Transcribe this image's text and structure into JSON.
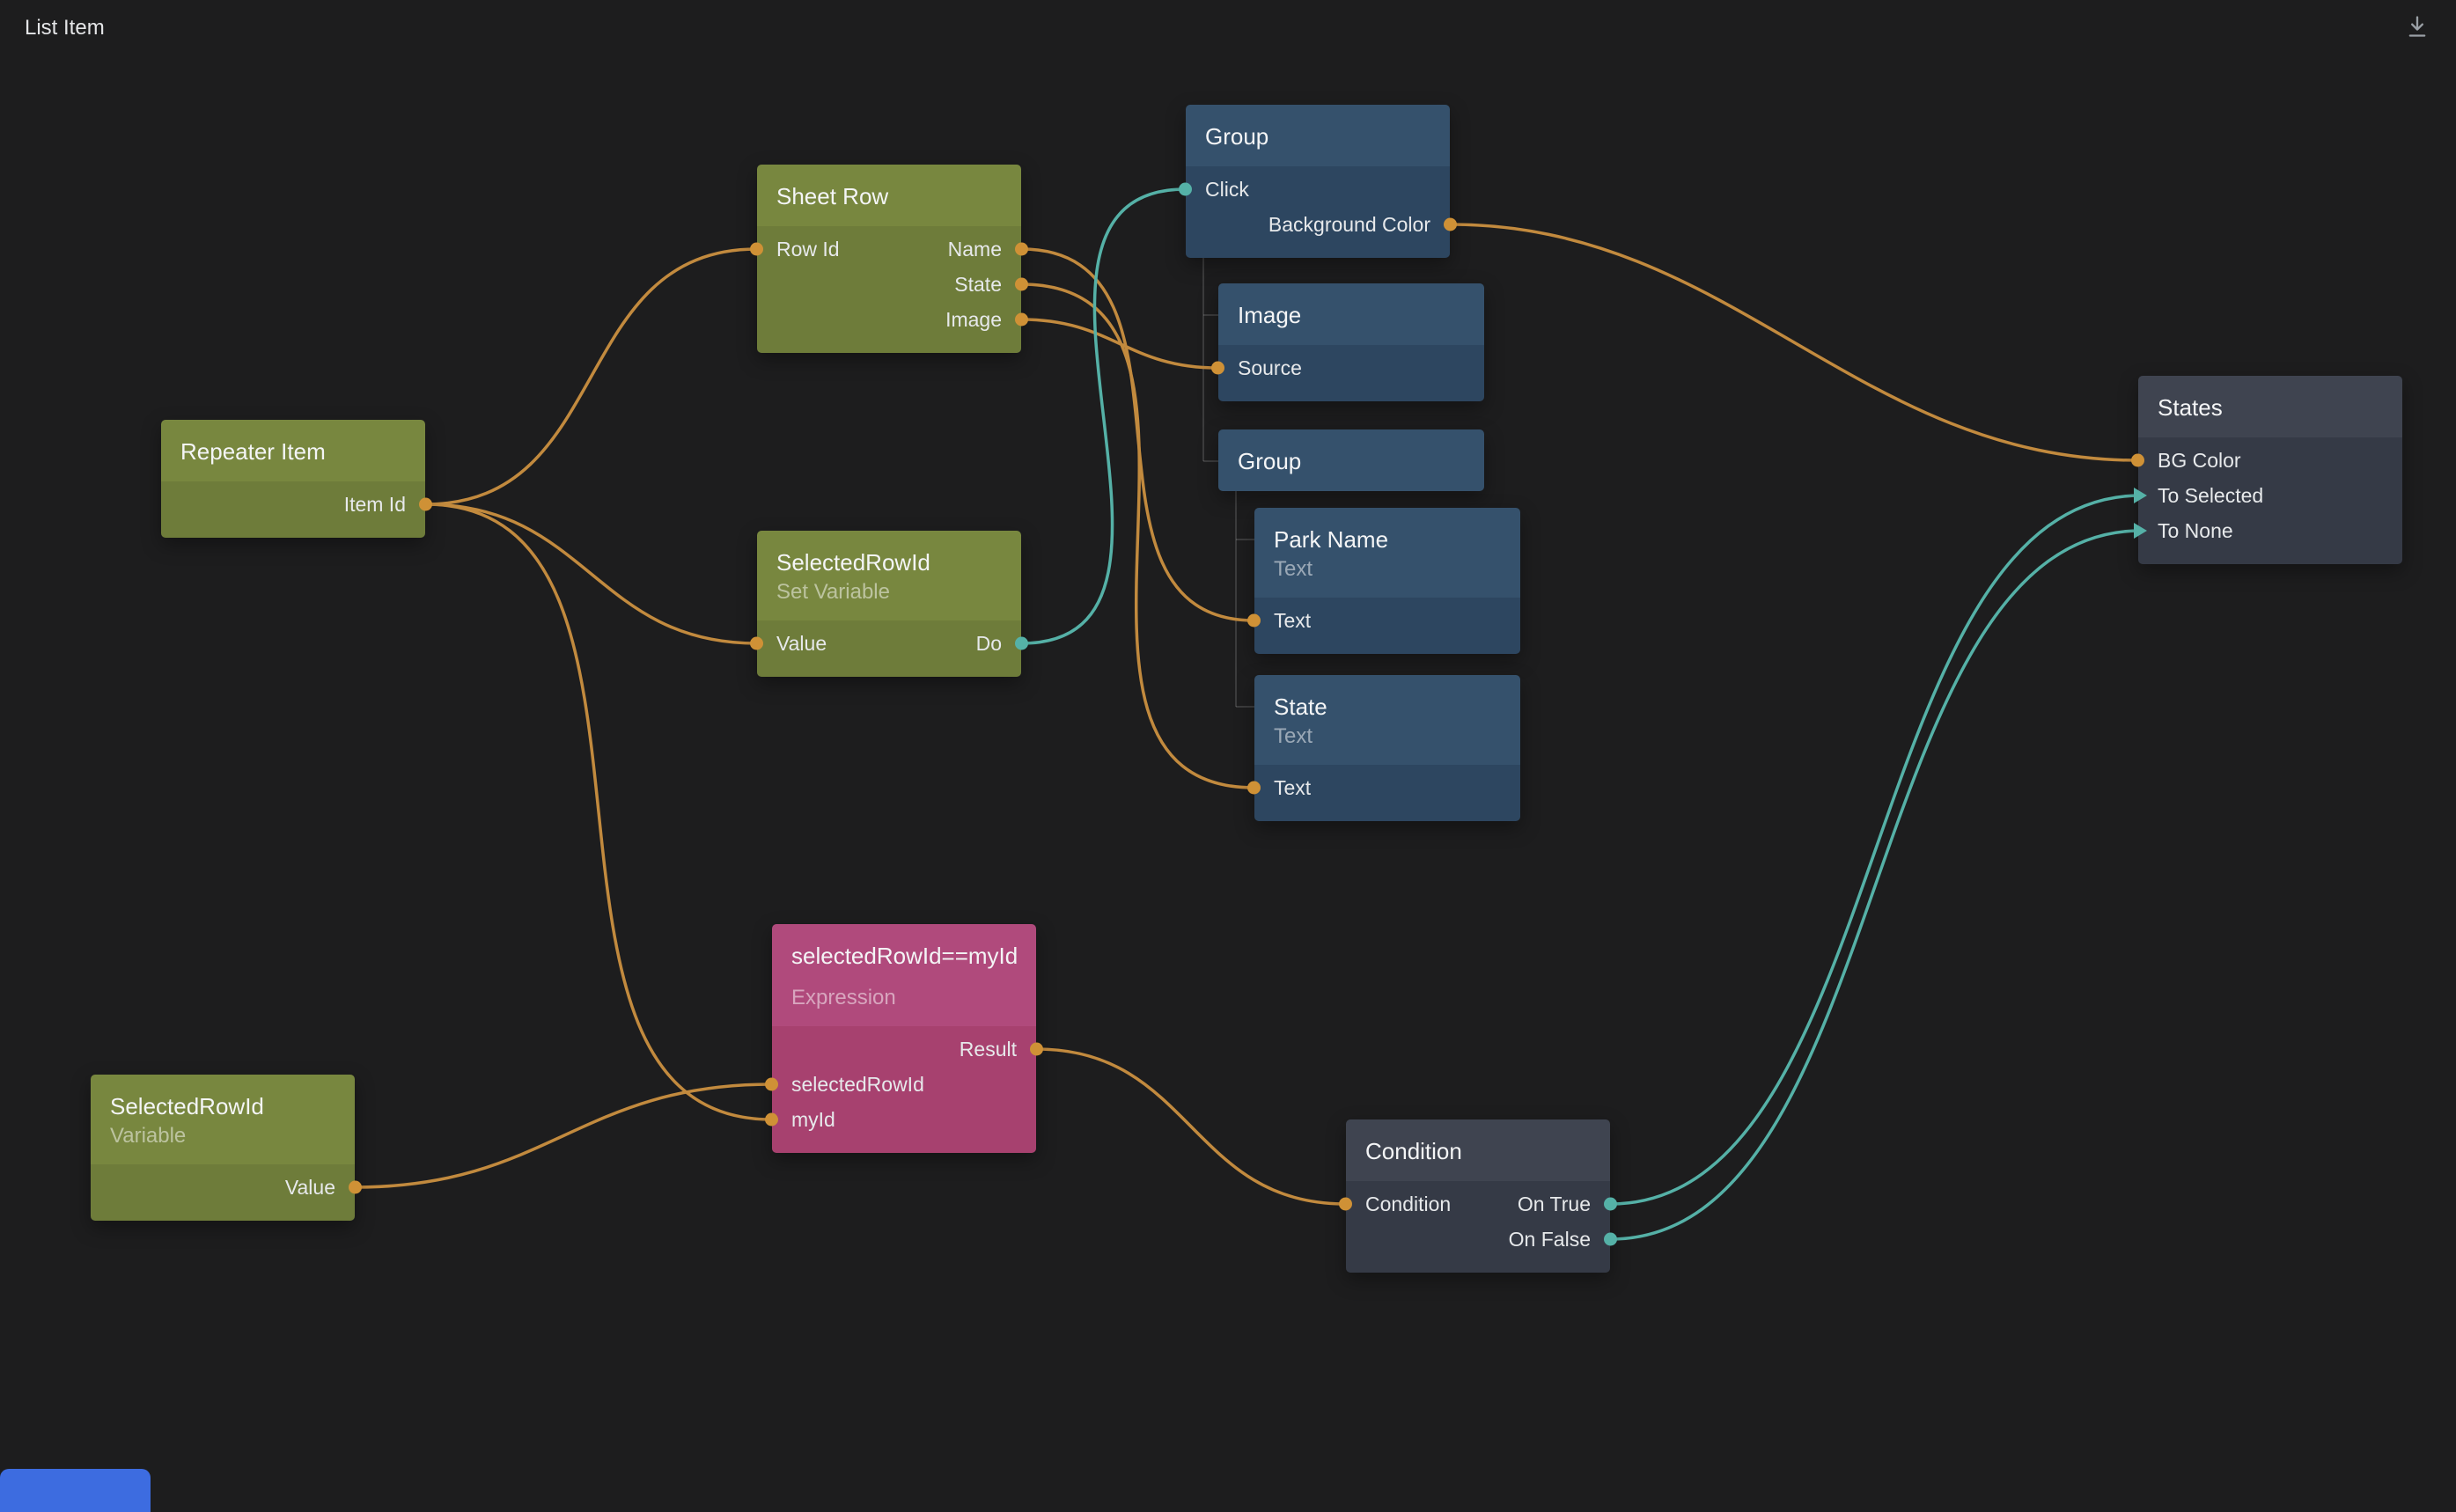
{
  "header": {
    "title": "List Item",
    "export_icon": "download-icon"
  },
  "colors": {
    "background": "#1d1d1e",
    "wire_data": "#c28a3e",
    "wire_signal": "#55b1a7",
    "port_data": "#cf9136",
    "port_signal": "#55b1a7",
    "hierarchy_line": "rgba(255,255,255,0.14)",
    "accent_blue": "#3d6ce0",
    "node_green": "#78873f",
    "node_blue": "#35516c",
    "node_pink": "#b04a7c",
    "node_dark": "#3f4450"
  },
  "nodes": {
    "sheetRow": {
      "title": "Sheet Row",
      "rows": {
        "rowId": "Row Id",
        "name": "Name",
        "state": "State",
        "image": "Image"
      }
    },
    "repeaterItem": {
      "title": "Repeater Item",
      "rows": {
        "itemId": "Item Id"
      }
    },
    "setVariable": {
      "title": "SelectedRowId",
      "subtitle": "Set Variable",
      "rows": {
        "value": "Value",
        "do": "Do"
      }
    },
    "groupMain": {
      "title": "Group",
      "rows": {
        "click": "Click",
        "backgroundColor": "Background Color"
      }
    },
    "image": {
      "title": "Image",
      "rows": {
        "source": "Source"
      }
    },
    "groupChild": {
      "title": "Group"
    },
    "parkName": {
      "title": "Park Name",
      "subtitle": "Text",
      "rows": {
        "text": "Text"
      }
    },
    "stateText": {
      "title": "State",
      "subtitle": "Text",
      "rows": {
        "text": "Text"
      }
    },
    "expression": {
      "title": "selectedRowId==myId",
      "subtitle": "Expression",
      "rows": {
        "result": "Result",
        "selectedRowId": "selectedRowId",
        "myId": "myId"
      }
    },
    "variable": {
      "title": "SelectedRowId",
      "subtitle": "Variable",
      "rows": {
        "value": "Value"
      }
    },
    "condition": {
      "title": "Condition",
      "rows": {
        "condition": "Condition",
        "onTrue": "On True",
        "onFalse": "On False"
      }
    },
    "states": {
      "title": "States",
      "rows": {
        "bgColor": "BG Color",
        "toSelected": "To Selected",
        "toNone": "To None"
      }
    }
  },
  "connections": [
    {
      "from": "repeaterItem.itemId",
      "to": "sheetRow.rowId",
      "type": "data"
    },
    {
      "from": "repeaterItem.itemId",
      "to": "setVariable.value",
      "type": "data"
    },
    {
      "from": "repeaterItem.itemId",
      "to": "expression.myId",
      "type": "data"
    },
    {
      "from": "sheetRow.name",
      "to": "parkName.text",
      "type": "data"
    },
    {
      "from": "sheetRow.state",
      "to": "stateText.text",
      "type": "data"
    },
    {
      "from": "sheetRow.image",
      "to": "image.source",
      "type": "data"
    },
    {
      "from": "groupMain.click",
      "to": "setVariable.do",
      "type": "signal"
    },
    {
      "from": "states.bgColor",
      "to": "groupMain.backgroundColor",
      "type": "data"
    },
    {
      "from": "expression.result",
      "to": "condition.condition",
      "type": "data"
    },
    {
      "from": "variable.value",
      "to": "expression.selectedRowId",
      "type": "data"
    },
    {
      "from": "condition.onTrue",
      "to": "states.toSelected",
      "type": "signal"
    },
    {
      "from": "condition.onFalse",
      "to": "states.toNone",
      "type": "signal"
    }
  ],
  "hierarchy": [
    {
      "parent": "groupMain",
      "children": [
        "image",
        "groupChild"
      ]
    },
    {
      "parent": "groupChild",
      "children": [
        "parkName",
        "stateText"
      ]
    }
  ]
}
